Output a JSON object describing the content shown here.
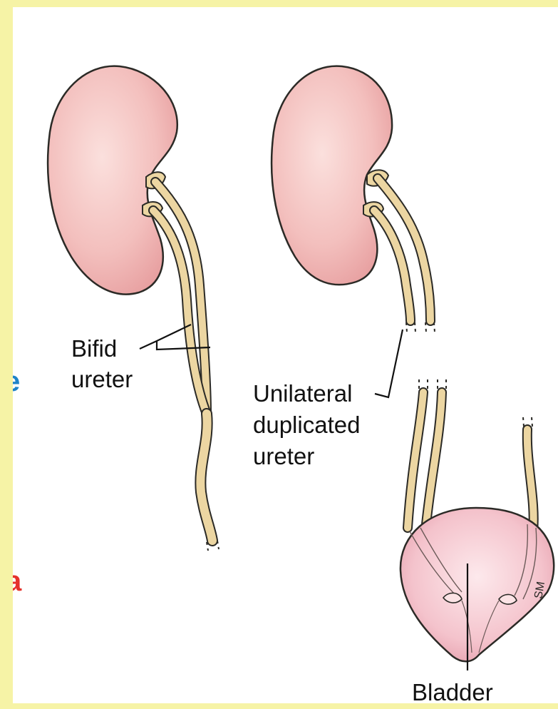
{
  "figure": {
    "labels": {
      "bifid": [
        "Bifid",
        "ureter"
      ],
      "unilateral": [
        "Unilateral",
        "duplicated",
        "ureter"
      ],
      "bladder": "Bladder",
      "signature": "SM"
    },
    "edge_fragments": {
      "blue": "e",
      "red": "a"
    },
    "colors": {
      "background": "#f6f3a6",
      "kidney": "#f3bfbd",
      "ureter": "#ecd6a2",
      "bladder": "#f4c3cc",
      "fragment_blue": "#1f83c8",
      "fragment_red": "#e5322b"
    }
  }
}
